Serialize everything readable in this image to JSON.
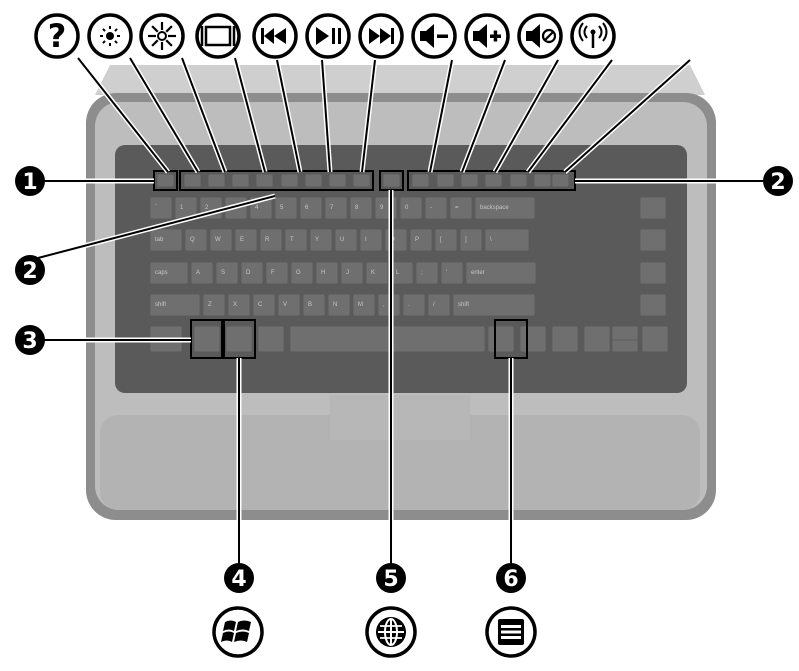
{
  "function_key_icons": [
    "help-icon",
    "brightness-down-icon",
    "brightness-up-icon",
    "display-switch-icon",
    "previous-track-icon",
    "play-pause-icon",
    "next-track-icon",
    "volume-down-icon",
    "volume-up-icon",
    "mute-icon",
    "wireless-icon"
  ],
  "callouts": [
    {
      "id": "1",
      "label": "1"
    },
    {
      "id": "2a",
      "label": "2"
    },
    {
      "id": "2b",
      "label": "2"
    },
    {
      "id": "3",
      "label": "3"
    },
    {
      "id": "4",
      "label": "4"
    },
    {
      "id": "5",
      "label": "5"
    },
    {
      "id": "6",
      "label": "6"
    }
  ],
  "bottom_icons": [
    "windows-logo-icon",
    "globe-icon",
    "menu-icon"
  ],
  "keyboard": {
    "row_number": [
      "`",
      "1",
      "2",
      "3",
      "4",
      "5",
      "6",
      "7",
      "8",
      "9",
      "0",
      "-",
      "=",
      "backspace"
    ],
    "row_q": [
      "tab",
      "Q",
      "W",
      "E",
      "R",
      "T",
      "Y",
      "U",
      "I",
      "O",
      "P",
      "[",
      "]",
      "\\"
    ],
    "row_a": [
      "caps",
      "A",
      "S",
      "D",
      "F",
      "G",
      "H",
      "J",
      "K",
      "L",
      ";",
      "'",
      "enter"
    ],
    "row_z": [
      "shift",
      "Z",
      "X",
      "C",
      "V",
      "B",
      "N",
      "M",
      ",",
      ".",
      "/",
      "shift"
    ]
  }
}
